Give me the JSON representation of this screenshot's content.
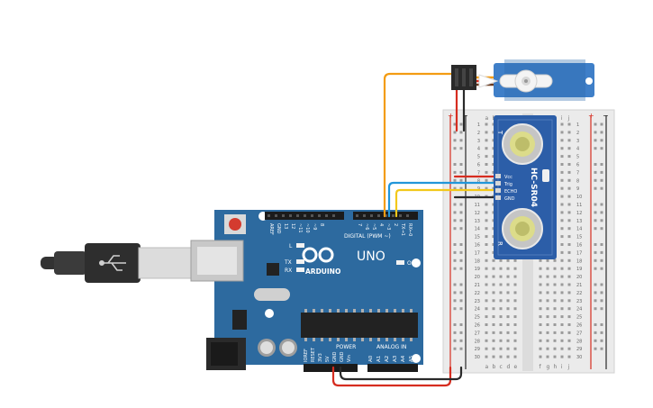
{
  "arduino": {
    "brand": "ARDUINO",
    "model": "UNO",
    "digital_label": "DIGITAL (PWM ~)",
    "power_label": "POWER",
    "analog_label": "ANALOG IN",
    "led_on": "ON",
    "led_l": "L",
    "led_tx": "TX",
    "led_rx": "RX",
    "digital_pins": [
      "AREF",
      "GND",
      "13",
      "12",
      "~11",
      "~10",
      "~9",
      "8",
      "7",
      "~6",
      "~5",
      "4",
      "~3",
      "2",
      "TX→1",
      "RX←0"
    ],
    "power_pins": [
      "IOREF",
      "RESET",
      "3V3",
      "5V",
      "GND",
      "GND",
      "Vin"
    ],
    "analog_pins": [
      "A0",
      "A1",
      "A2",
      "A3",
      "A4",
      "A5"
    ]
  },
  "sensor": {
    "name": "HC-SR04",
    "pins": [
      "Vcc",
      "Trig",
      "ECHO",
      "GND"
    ],
    "side_marks": [
      "T",
      "R"
    ]
  },
  "breadboard": {
    "col_letters_left": [
      "a",
      "b",
      "c",
      "d",
      "e"
    ],
    "col_letters_right": [
      "f",
      "g",
      "h",
      "i",
      "j"
    ],
    "rows": 30,
    "rail_plus": "+",
    "rail_minus": "−"
  },
  "colors": {
    "board": "#2d6a9f",
    "board_dark": "#1f5585",
    "sensor": "#2c5ea8",
    "servo": "#3f7fc8",
    "wire_orange": "#f39c12",
    "wire_blue": "#2196d9",
    "wire_yellow": "#f2c81b",
    "wire_red": "#d62d20",
    "wire_black": "#3a3a3a"
  }
}
